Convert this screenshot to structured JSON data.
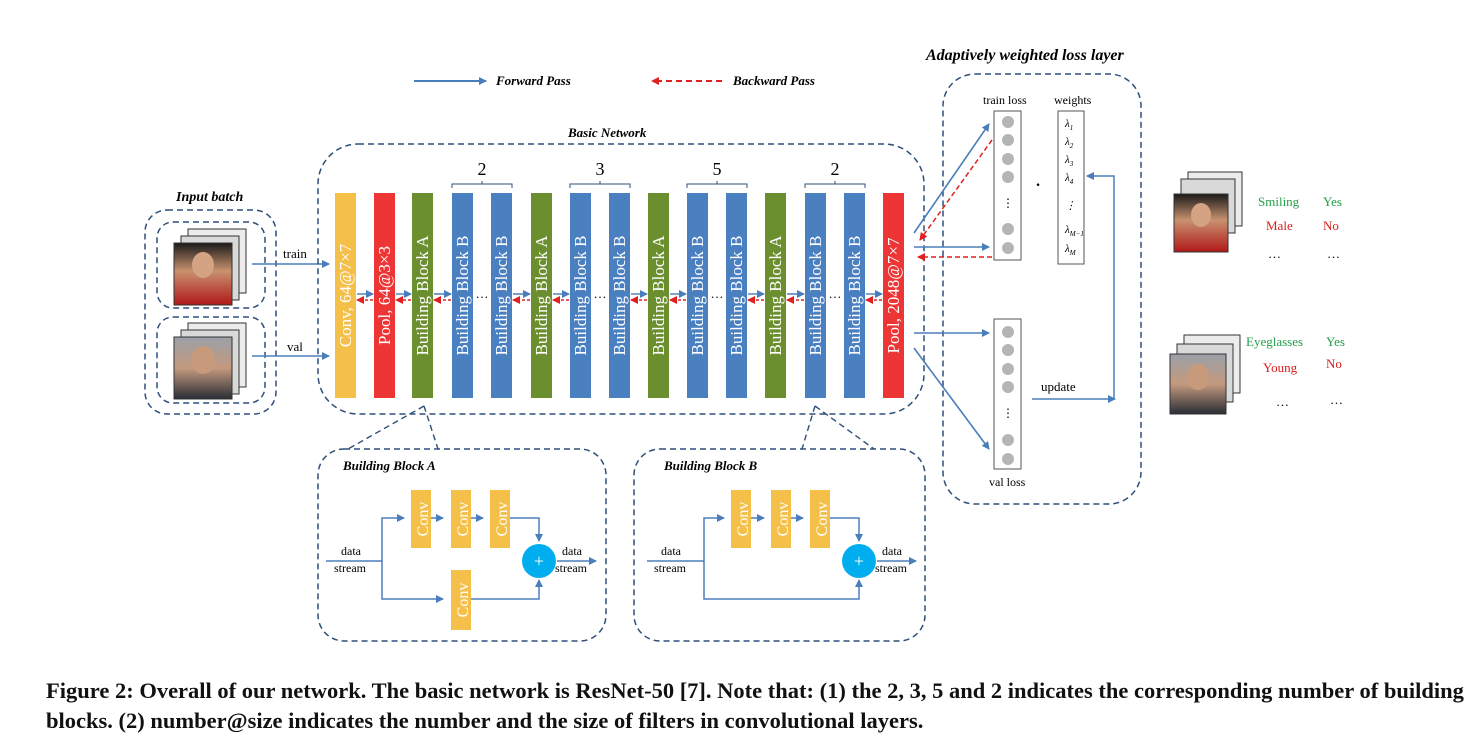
{
  "legend": {
    "forward": "Forward Pass",
    "backward": "Backward Pass"
  },
  "input": {
    "title": "Input batch",
    "train": "train",
    "val": "val"
  },
  "basic": {
    "title": "Basic Network",
    "conv": "Conv, 64@7×7",
    "pool": "Pool, 64@3×3",
    "block_a": "Building Block A",
    "block_b": "Building Block B",
    "final_pool": "Pool, 2048@7×7",
    "counts": [
      "2",
      "3",
      "5",
      "2"
    ],
    "dots": "…"
  },
  "loss": {
    "title": "Adaptively weighted loss layer",
    "train_loss": "train loss",
    "weights": "weights",
    "val_loss": "val loss",
    "update": "update",
    "lambdas": [
      "λ",
      "λ",
      "λ",
      "λ",
      "⋮",
      "λ",
      "λ"
    ],
    "lambda_subs": [
      "1",
      "2",
      "3",
      "4",
      "",
      "M−1",
      "M"
    ],
    "dot": "·",
    "vdots": "⋮"
  },
  "outputs": {
    "top": {
      "attr1": "Smiling",
      "val1": "Yes",
      "attr2": "Male",
      "val2": "No",
      "dots": "…"
    },
    "bottom": {
      "attr1": "Eyeglasses",
      "val1": "Yes",
      "attr2": "Young",
      "val2": "No",
      "dots": "…"
    }
  },
  "block_a": {
    "title": "Building Block A",
    "conv": "Conv",
    "in1": "data",
    "in2": "stream",
    "out1": "data",
    "out2": "stream",
    "plus": "+"
  },
  "block_b": {
    "title": "Building Block B",
    "conv": "Conv",
    "in1": "data",
    "in2": "stream",
    "out1": "data",
    "out2": "stream",
    "plus": "+"
  },
  "caption": "Figure 2: Overall of our network. The basic network is ResNet-50 [7]. Note that: (1) the 2, 3, 5 and 2 indicates the corresponding number of building blocks. (2) number@size indicates the number and the size of filters in convolutional layers.",
  "colors": {
    "forward": "#4a7ebb",
    "backward": "#e02020",
    "conv": "#f5c04a",
    "pool": "#ee3535",
    "block_a": "#6b8e2e",
    "block_b": "#4a7fc0",
    "dash": "#2f4f7a",
    "plus": "#00aeef",
    "green_text": "#22a04a",
    "red_text": "#d81e1e"
  }
}
